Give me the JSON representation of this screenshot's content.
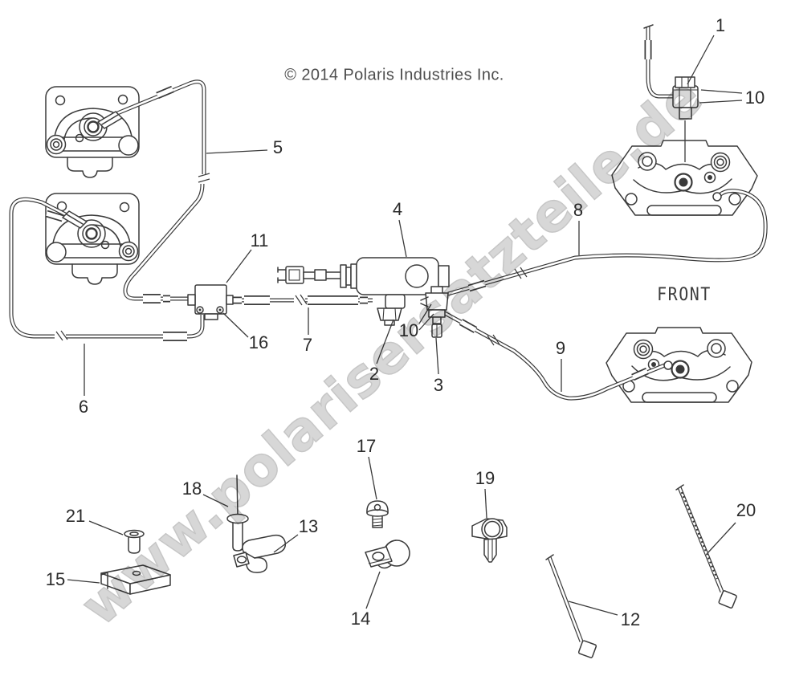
{
  "page": {
    "copyright": "© 2014 Polaris Industries Inc.",
    "watermark": "www.polarisersatzteile.de",
    "front_label": "FRONT"
  },
  "colors": {
    "line_art": "#3a3a3a",
    "watermark": "#bdbdbd",
    "label_text": "#2b2b2b",
    "background": "#ffffff"
  },
  "callouts": [
    {
      "label": "1"
    },
    {
      "label": "10"
    },
    {
      "label": "5"
    },
    {
      "label": "4"
    },
    {
      "label": "8"
    },
    {
      "label": "11"
    },
    {
      "label": "16"
    },
    {
      "label": "7"
    },
    {
      "label": "2"
    },
    {
      "label": "10"
    },
    {
      "label": "3"
    },
    {
      "label": "6"
    },
    {
      "label": "9"
    },
    {
      "label": "17"
    },
    {
      "label": "18"
    },
    {
      "label": "13"
    },
    {
      "label": "21"
    },
    {
      "label": "15"
    },
    {
      "label": "14"
    },
    {
      "label": "19"
    },
    {
      "label": "12"
    },
    {
      "label": "20"
    }
  ]
}
